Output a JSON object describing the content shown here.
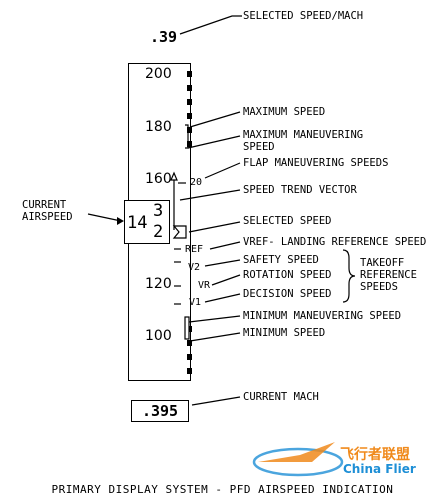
{
  "selected_mach": ".39",
  "speed_scale": [
    "200",
    "180",
    "160",
    "120",
    "100"
  ],
  "current_speed": {
    "hundreds_tens": "14",
    "upper_digit": "3",
    "lower_digit": "2"
  },
  "bug_labels": {
    "f20": "20",
    "ref": "REF",
    "v2": "V2",
    "vr": "VR",
    "v1": "V1"
  },
  "current_mach": ".395",
  "annotations": {
    "selected_speed_mach": "SELECTED SPEED/MACH",
    "maximum_speed": "MAXIMUM SPEED",
    "max_maneuvering_1": "MAXIMUM MANEUVERING",
    "max_maneuvering_2": "SPEED",
    "flap_maneuvering": "FLAP MANEUVERING SPEEDS",
    "speed_trend": "SPEED TREND VECTOR",
    "current_airspeed_1": "CURRENT",
    "current_airspeed_2": "AIRSPEED",
    "selected_speed": "SELECTED SPEED",
    "vref": "VREF- LANDING REFERENCE SPEED",
    "safety_speed": "SAFETY SPEED",
    "rotation_speed": "ROTATION SPEED",
    "decision_speed": "DECISION SPEED",
    "takeoff_1": "TAKEOFF",
    "takeoff_2": "REFERENCE",
    "takeoff_3": "SPEEDS",
    "min_maneuvering": "MINIMUM MANEUVERING SPEED",
    "minimum_speed": "MINIMUM SPEED",
    "current_mach": "CURRENT MACH"
  },
  "caption": "PRIMARY DISPLAY SYSTEM - PFD AIRSPEED INDICATION",
  "watermark": {
    "cn": "飞行者联盟",
    "en": "China Flier"
  }
}
